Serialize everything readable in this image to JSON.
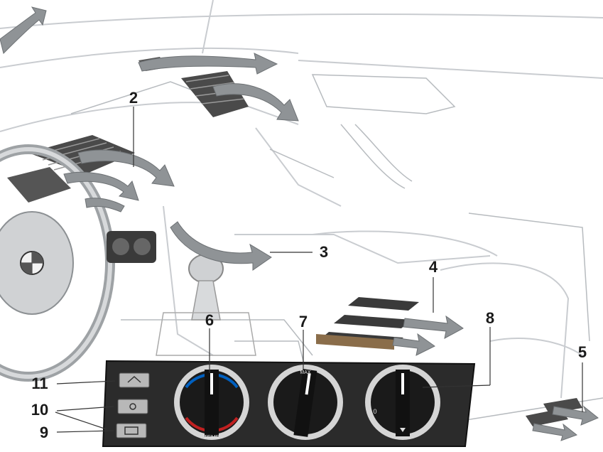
{
  "callouts": {
    "c1": "2",
    "c2": "3",
    "c3": "4",
    "c4": "5",
    "c5": "6",
    "c6": "7",
    "c7": "8",
    "c8": "9",
    "c9": "10",
    "c10": "11"
  },
  "panel": {
    "knob_temp_label": "TEMP",
    "knob_mode_label": "MAX",
    "knob_fan_zero": "0"
  },
  "colors": {
    "background": "#ffffff",
    "line_art": "#c9ccd0",
    "airflow_arrow": "#8f9396",
    "panel": "#2b2b2b",
    "knob": "#111111"
  }
}
